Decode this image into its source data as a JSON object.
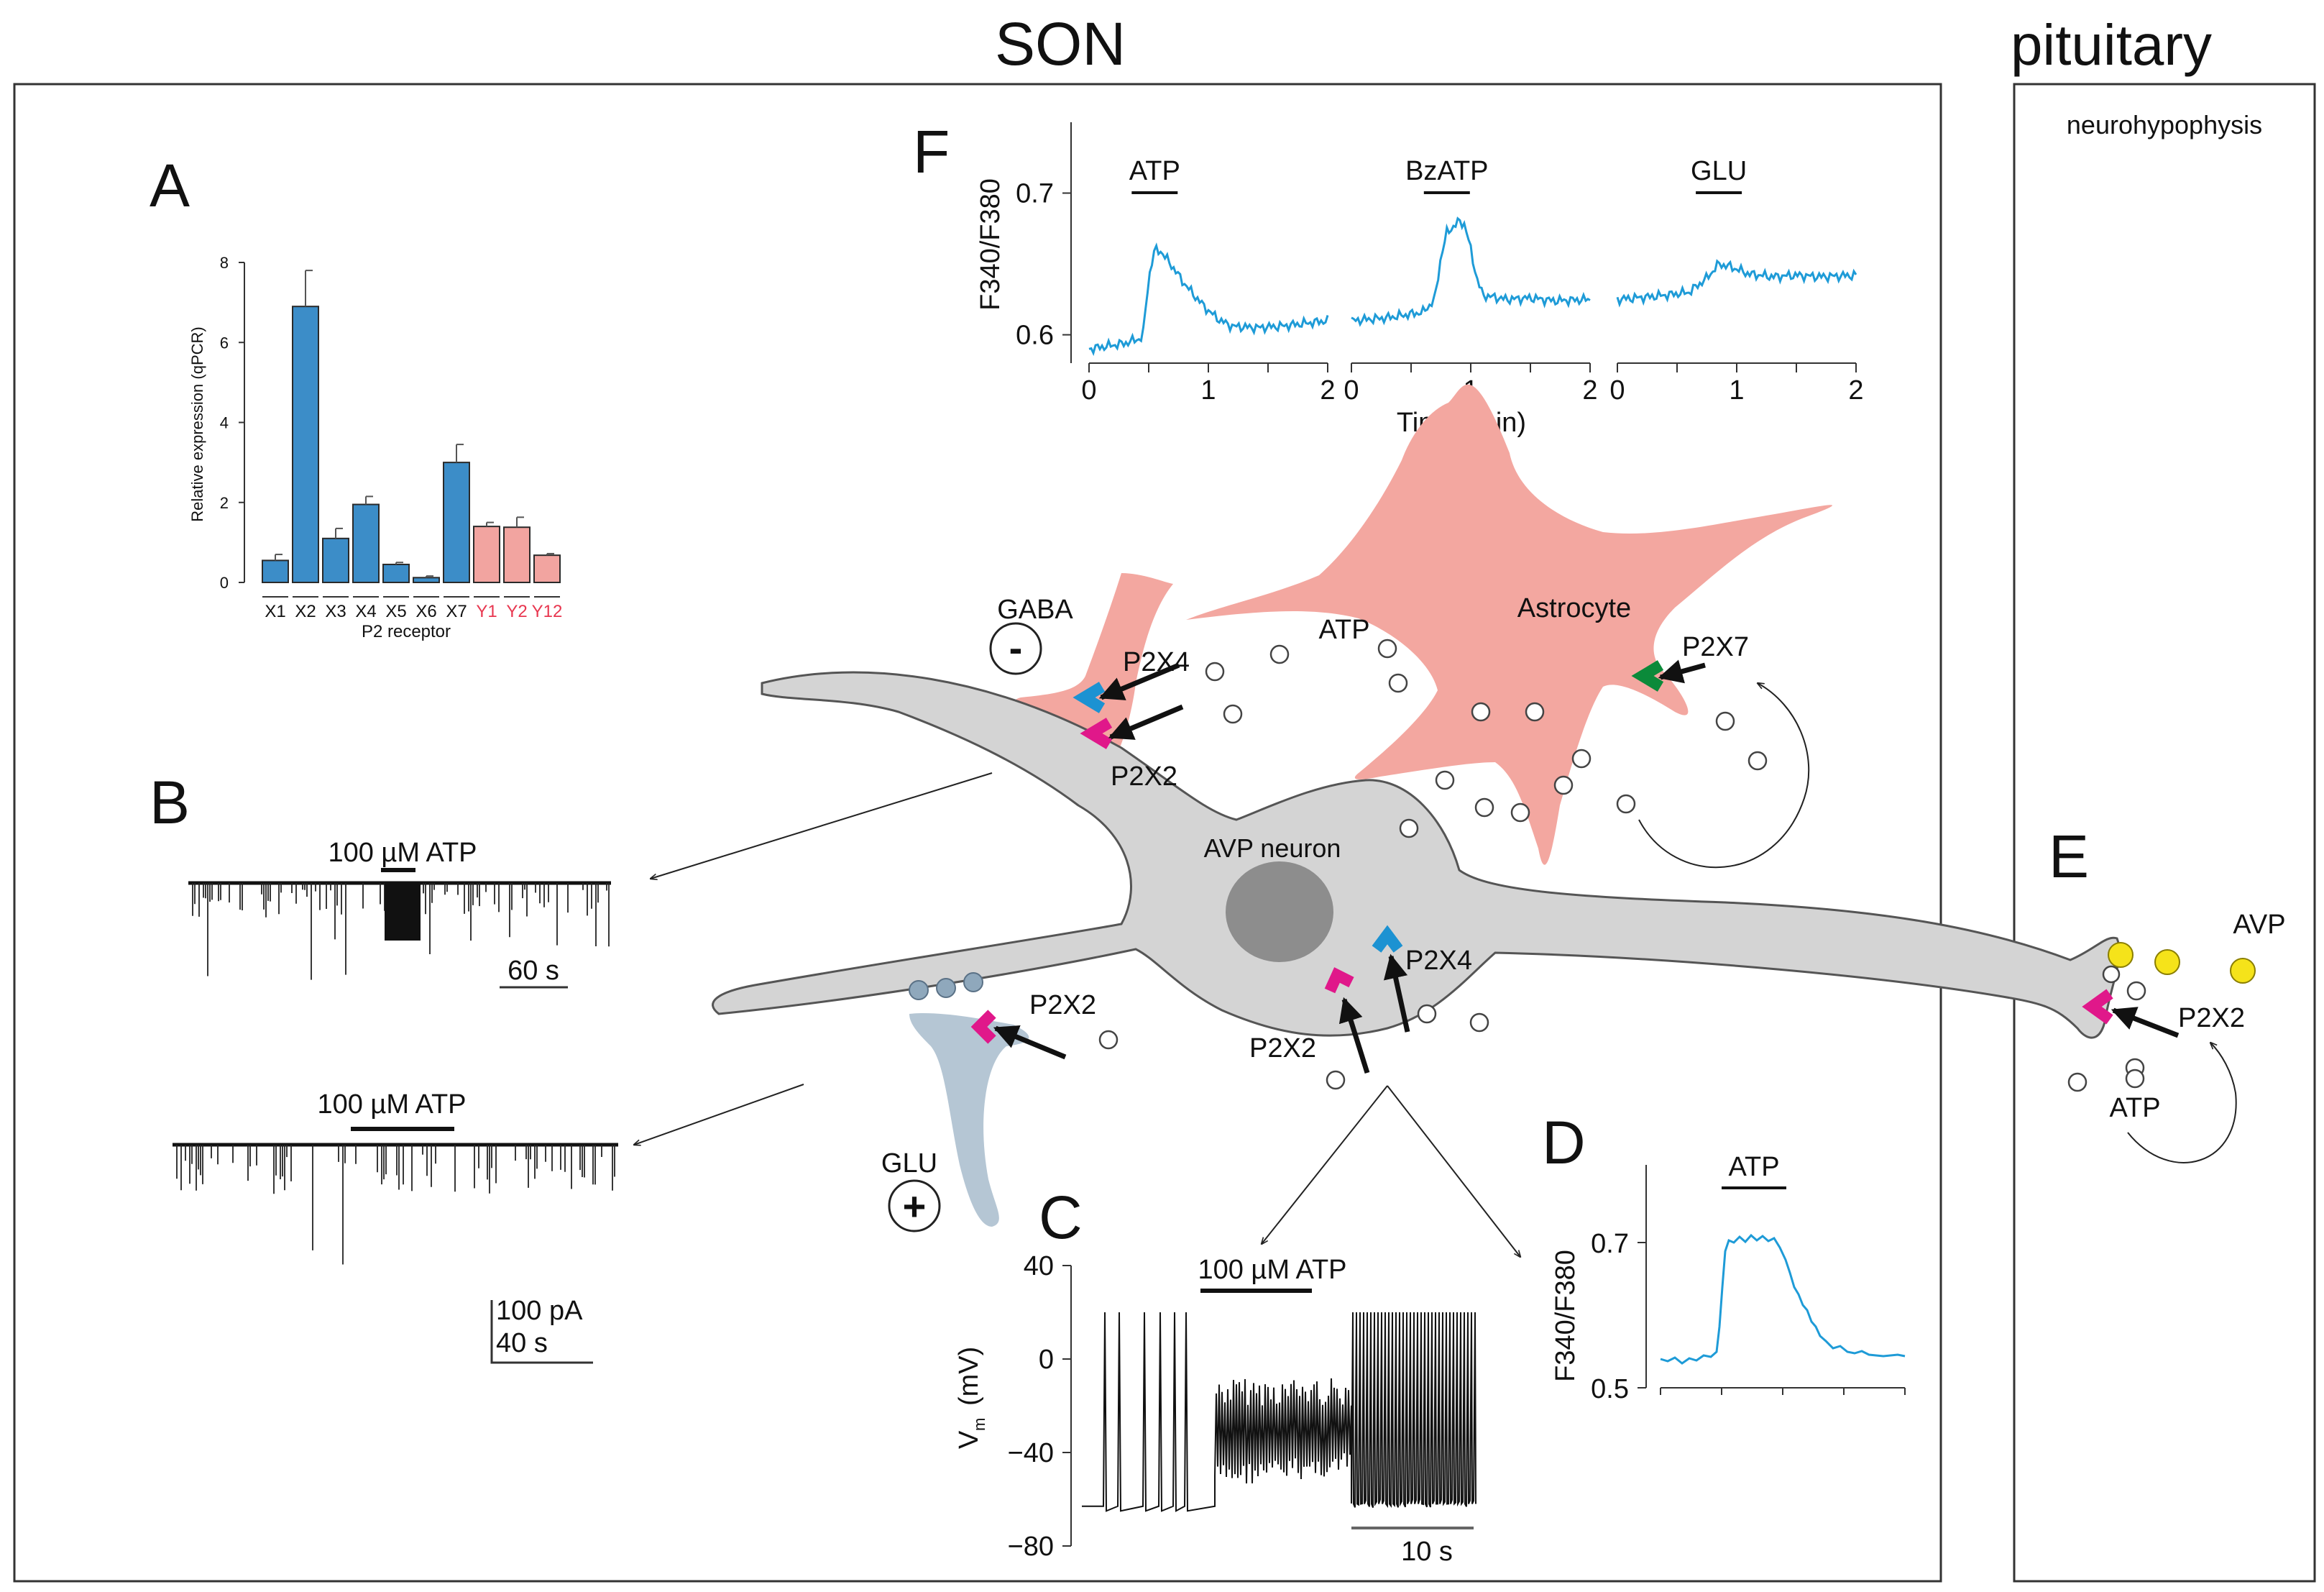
{
  "headers": {
    "son": "SON",
    "pituitary": "pituitary",
    "neurohypophysis": "neurohypophysis"
  },
  "panels": {
    "a": "A",
    "b": "B",
    "c": "C",
    "d": "D",
    "e": "E",
    "f": "F"
  },
  "cells": {
    "astrocyte": "Astrocyte",
    "neuron": "AVP neuron"
  },
  "labels": {
    "gaba": "GABA",
    "glu": "GLU",
    "atp": "ATP",
    "avp": "AVP",
    "p2x2": "P2X2",
    "p2x4": "P2X4",
    "p2x7": "P2X7",
    "minus": "-",
    "plus": "+"
  },
  "trace_labels": {
    "atp_100": "100 µM ATP",
    "scale_60s": "60 s",
    "scale_100pa": "100 pA",
    "scale_40s": "40 s",
    "scale_10s": "10 s",
    "vm_axis": "V",
    "vm_sub": "m",
    "vm_unit": "(mV)",
    "vm_ticks": [
      "40",
      "0",
      "-40",
      "-80"
    ],
    "ratio_axis": "F340/F380",
    "d_ticks": [
      "0.7",
      "0.5"
    ],
    "d_stim": "ATP"
  },
  "chart_data": [
    {
      "type": "bar",
      "panel": "A",
      "categories": [
        "X1",
        "X2",
        "X3",
        "X4",
        "X5",
        "X6",
        "X7",
        "Y1",
        "Y2",
        "Y12"
      ],
      "values": [
        0.55,
        6.9,
        1.1,
        1.95,
        0.45,
        0.12,
        3.0,
        1.4,
        1.38,
        0.68
      ],
      "errors": [
        0.15,
        0.9,
        0.25,
        0.2,
        0.05,
        0.04,
        0.45,
        0.1,
        0.25,
        0.04
      ],
      "colors": [
        "#3c8dc8",
        "#3c8dc8",
        "#3c8dc8",
        "#3c8dc8",
        "#3c8dc8",
        "#3c8dc8",
        "#3c8dc8",
        "#f2a4a0",
        "#f2a4a0",
        "#f2a4a0"
      ],
      "category_colors": [
        "#111111",
        "#111111",
        "#111111",
        "#111111",
        "#111111",
        "#111111",
        "#111111",
        "#e8364f",
        "#e8364f",
        "#e8364f"
      ],
      "ylabel": "Relative expression (qPCR)",
      "xlabel": "P2 receptor",
      "yticks": [
        "0",
        "2",
        "4",
        "6",
        "8"
      ],
      "ylim": [
        0,
        8
      ]
    },
    {
      "type": "line",
      "panel": "F",
      "ylabel": "F340/F380",
      "xlabel": "Time (min)",
      "yticks": [
        "0.6",
        "0.7"
      ],
      "ylim": [
        0.58,
        0.75
      ],
      "xticks": [
        "0",
        "1",
        "2"
      ],
      "xlim": [
        0,
        2
      ],
      "line_color": "#1e9bd7",
      "series": [
        {
          "name": "ATP",
          "x": [
            0,
            0.3,
            0.45,
            0.5,
            0.55,
            0.6,
            0.7,
            0.8,
            0.9,
            1.0,
            1.1,
            1.2,
            1.4,
            1.6,
            1.8,
            2.0
          ],
          "y": [
            0.59,
            0.594,
            0.598,
            0.64,
            0.66,
            0.659,
            0.648,
            0.636,
            0.626,
            0.617,
            0.61,
            0.606,
            0.605,
            0.606,
            0.608,
            0.61
          ]
        },
        {
          "name": "BzATP",
          "x": [
            0,
            0.3,
            0.6,
            0.7,
            0.75,
            0.8,
            0.9,
            0.95,
            1.0,
            1.05,
            1.1,
            1.3,
            1.5,
            1.7,
            2.0
          ],
          "y": [
            0.61,
            0.612,
            0.616,
            0.625,
            0.655,
            0.672,
            0.68,
            0.678,
            0.66,
            0.64,
            0.628,
            0.625,
            0.626,
            0.624,
            0.625
          ]
        },
        {
          "name": "GLU",
          "x": [
            0,
            0.3,
            0.6,
            0.75,
            0.85,
            0.95,
            1.1,
            1.3,
            1.5,
            1.7,
            2.0
          ],
          "y": [
            0.625,
            0.627,
            0.63,
            0.64,
            0.65,
            0.648,
            0.643,
            0.641,
            0.642,
            0.641,
            0.642
          ]
        }
      ]
    }
  ]
}
